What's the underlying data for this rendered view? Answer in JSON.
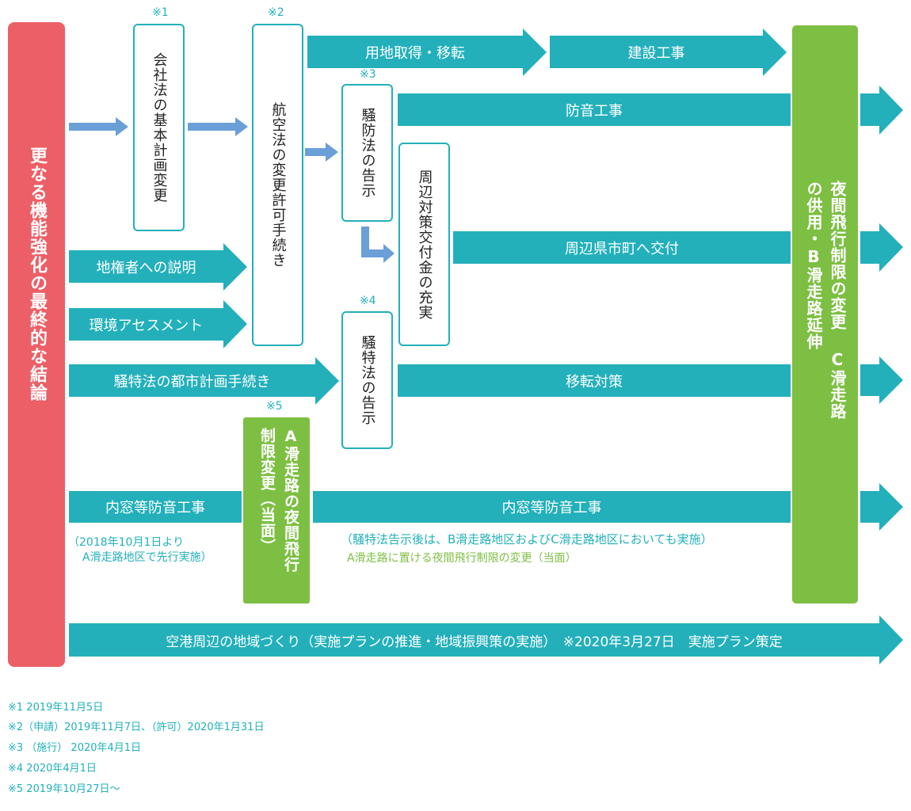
{
  "colors": {
    "teal": "#23b0bb",
    "red": "#ec5f67",
    "green": "#7dbf43",
    "blue": "#6a9fd8",
    "white": "#ffffff"
  },
  "left_panel": {
    "label": "更なる機能強化の最終的な結論"
  },
  "right_panel": {
    "label": "夜間飛行制限の変更 C滑走路の供用・B滑走路延伸"
  },
  "boxes": {
    "b1": {
      "mark": "※1",
      "label": "会社法の基本計画変更"
    },
    "b2": {
      "mark": "※2",
      "label": "航空法の変更許可手続き"
    },
    "b3": {
      "mark": "※3",
      "label": "騒防法の告示"
    },
    "b4": {
      "label": "周辺対策交付金の充実"
    },
    "b5": {
      "mark": "※4",
      "label": "騒特法の告示"
    },
    "b6": {
      "mark": "※5",
      "label": "A滑走路の夜間飛行 制限変更（当面）"
    }
  },
  "bars": {
    "land": "用地取得・移転",
    "construction": "建設工事",
    "noise": "防音工事",
    "grant": "周辺県市町へ交付",
    "landowner": "地権者への説明",
    "assessment": "環境アセスメント",
    "urban": "騒特法の都市計画手続き",
    "relocation": "移転対策",
    "inner_left": "内窓等防音工事",
    "inner_right": "内窓等防音工事",
    "community": "空港周辺の地域づくり（実施プランの推進・地域振興策の実施）　※2020年3月27日　実施プラン策定"
  },
  "notes": {
    "inner_left_1": "（2018年10月1日より",
    "inner_left_2": "A滑走路地区で先行実施）",
    "inner_right_1": "（騒特法告示後は、B滑走路地区およびC滑走路地区においても実施）",
    "inner_right_2": "A滑走路に置ける夜間飛行制限の変更（当面）"
  },
  "footnotes": [
    "※1  2019年11月5日",
    "※2（申請）2019年11月7日、（許可）2020年1月31日",
    "※3 （施行） 2020年4月1日",
    "※4  2020年4月1日",
    "※5  2019年10月27日〜"
  ]
}
